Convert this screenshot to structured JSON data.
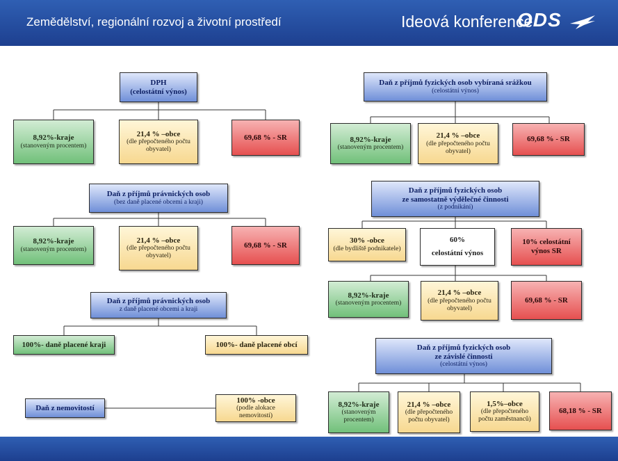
{
  "header": {
    "left_title": "Zemědělství, regionální rozvoj a životní prostředí",
    "right_title": "Ideová konference",
    "logo": "ODS",
    "logo_icon": "bird-icon"
  },
  "left_column": {
    "dph": {
      "title": {
        "line1": "DPH",
        "line2": "(celostátní výnos)"
      },
      "kraje": {
        "main": "8,92%-kraje",
        "sub": "(stanoveným procentem)"
      },
      "obce": {
        "main": "21,4 % –obce",
        "sub": "(dle přepočteného počtu obyvatel)"
      },
      "sr": {
        "main": "69,68 % - SR"
      }
    },
    "dppo_a": {
      "title": {
        "line1": "Daň z příjmů právnických osob",
        "line2": "(bez daně placené obcemi a kraji)"
      },
      "kraje": {
        "main": "8,92%-kraje",
        "sub": "(stanoveným procentem)"
      },
      "obce": {
        "main": "21,4 % –obce",
        "sub": "(dle přepočteného počtu obyvatel)"
      },
      "sr": {
        "main": "69,68 % - SR"
      }
    },
    "dppo_b": {
      "title": {
        "line1": "Daň z příjmů právnických osob",
        "line2": "z daně placené obcemi a kraji"
      },
      "kraje": {
        "main": "100%- daně placené kraji"
      },
      "obce": {
        "main": "100%- daně placené obcí"
      }
    },
    "nemovitosti": {
      "title": {
        "line1": "Daň z nemovitostí"
      },
      "obce": {
        "main": "100% -obce",
        "sub": "(podle alokace nemovitostí)"
      }
    }
  },
  "right_column": {
    "srazka": {
      "title": {
        "line1": "Daň z příjmů fyzických osob vybíraná srážkou",
        "line2": "(celostátní výnos)"
      },
      "kraje": {
        "main": "8,92%-kraje",
        "sub": "(stanoveným procentem)"
      },
      "obce": {
        "main": "21,4 % –obce",
        "sub": "(dle přepočteného počtu obyvatel)"
      },
      "sr": {
        "main": "69,68 % - SR"
      }
    },
    "podnikani": {
      "title": {
        "line1": "Daň z příjmů fyzických osob",
        "line2": "ze samostatně výdělečné činnosti",
        "line3": "(z podnikání)"
      },
      "obce30": {
        "main": "30% -obce",
        "sub": "(dle bydliště podnikatele)"
      },
      "celostatni": {
        "main": "60%",
        "sub": "celostátní výnos"
      },
      "sr10": {
        "main": "10% celostátní výnos SR"
      },
      "kraje": {
        "main": "8,92%-kraje",
        "sub": "(stanoveným procentem)"
      },
      "obce": {
        "main": "21,4 % –obce",
        "sub": "(dle přepočteného počtu obyvatel)"
      },
      "sr": {
        "main": "69,68 % - SR"
      }
    },
    "zavisla": {
      "title": {
        "line1": "Daň z příjmů fyzických osob",
        "line2": "ze závislé činnosti",
        "line3": "(celostátní výnos)"
      },
      "kraje": {
        "main": "8,92%-kraje",
        "sub": "(stanoveným procentem)"
      },
      "obce": {
        "main": "21,4 % –obce",
        "sub": "(dle přepočteného počtu obyvatel)"
      },
      "zam": {
        "main": "1,5%–obce",
        "sub": "(dle přepočteného počtu zaměstnanců)"
      },
      "sr": {
        "main": "68,18 % - SR"
      }
    }
  }
}
